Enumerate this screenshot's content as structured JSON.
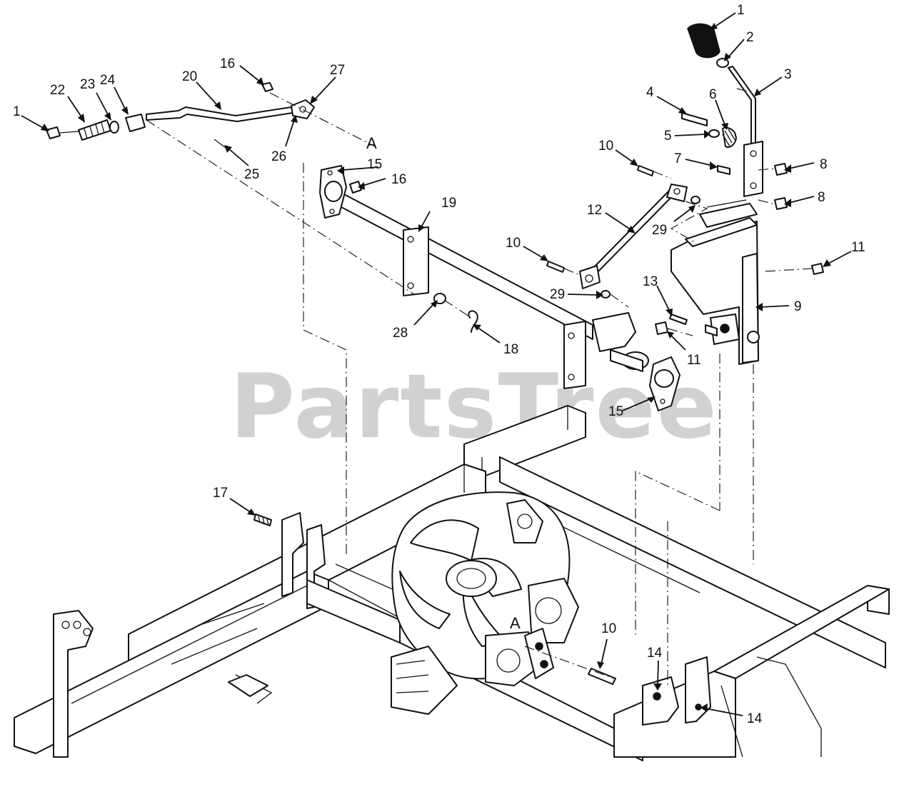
{
  "watermark": "PartsTree",
  "reference_marks": [
    {
      "id": "ref-a-upper",
      "text": "A"
    },
    {
      "id": "ref-a-lower",
      "text": "A"
    }
  ],
  "callouts": [
    {
      "id": "c1a",
      "text": "1"
    },
    {
      "id": "c1b",
      "text": "1"
    },
    {
      "id": "c2",
      "text": "2"
    },
    {
      "id": "c3",
      "text": "3"
    },
    {
      "id": "c4",
      "text": "4"
    },
    {
      "id": "c5",
      "text": "5"
    },
    {
      "id": "c6",
      "text": "6"
    },
    {
      "id": "c7",
      "text": "7"
    },
    {
      "id": "c8a",
      "text": "8"
    },
    {
      "id": "c8b",
      "text": "8"
    },
    {
      "id": "c9",
      "text": "9"
    },
    {
      "id": "c10a",
      "text": "10"
    },
    {
      "id": "c10b",
      "text": "10"
    },
    {
      "id": "c10c",
      "text": "10"
    },
    {
      "id": "c11a",
      "text": "11"
    },
    {
      "id": "c11b",
      "text": "11"
    },
    {
      "id": "c12",
      "text": "12"
    },
    {
      "id": "c13",
      "text": "13"
    },
    {
      "id": "c14a",
      "text": "14"
    },
    {
      "id": "c14b",
      "text": "14"
    },
    {
      "id": "c15a",
      "text": "15"
    },
    {
      "id": "c15b",
      "text": "15"
    },
    {
      "id": "c16a",
      "text": "16"
    },
    {
      "id": "c16b",
      "text": "16"
    },
    {
      "id": "c17",
      "text": "17"
    },
    {
      "id": "c18",
      "text": "18"
    },
    {
      "id": "c19",
      "text": "19"
    },
    {
      "id": "c20",
      "text": "20"
    },
    {
      "id": "c22",
      "text": "22"
    },
    {
      "id": "c23",
      "text": "23"
    },
    {
      "id": "c24",
      "text": "24"
    },
    {
      "id": "c25",
      "text": "25"
    },
    {
      "id": "c26",
      "text": "26"
    },
    {
      "id": "c27",
      "text": "27"
    },
    {
      "id": "c28",
      "text": "28"
    },
    {
      "id": "c29a",
      "text": "29"
    },
    {
      "id": "c29b",
      "text": "29"
    }
  ]
}
